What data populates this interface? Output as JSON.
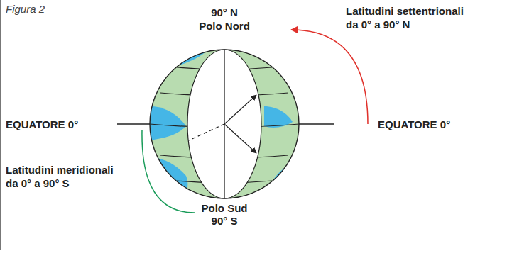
{
  "diagram": {
    "title": "Figura 2",
    "labels": [
      "90° N",
      "Polo Nord",
      "Latitudini settentrionali da 0° a 90° N",
      "EQUATORE 0°",
      "EQUATORE 0°",
      "Latitudini meridionali da 0° a 90° S",
      "Polo Sud",
      "90° S"
    ]
  }
}
